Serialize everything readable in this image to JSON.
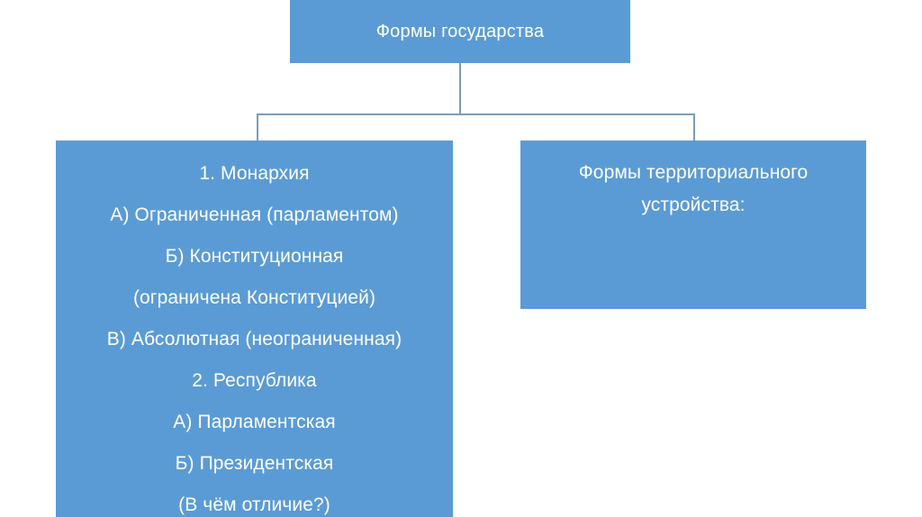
{
  "diagram": {
    "title": "Формы государства",
    "fill_color": "#5b9bd5",
    "text_color": "#ffffff",
    "connector_color": "#7f9cb8",
    "background_color": "#ffffff"
  },
  "root": {
    "label": "Формы государства"
  },
  "branches": {
    "left": {
      "lines": [
        "1. Монархия",
        "А) Ограниченная (парламентом)",
        "Б) Конституционная",
        "(ограничена Конституцией)",
        "В) Абсолютная (неограниченная)",
        "2. Республика",
        "А) Парламентская",
        "Б) Президентская",
        "(В чём отличие?)"
      ]
    },
    "right": {
      "lines": [
        "Формы территориального",
        "устройства:"
      ]
    }
  }
}
